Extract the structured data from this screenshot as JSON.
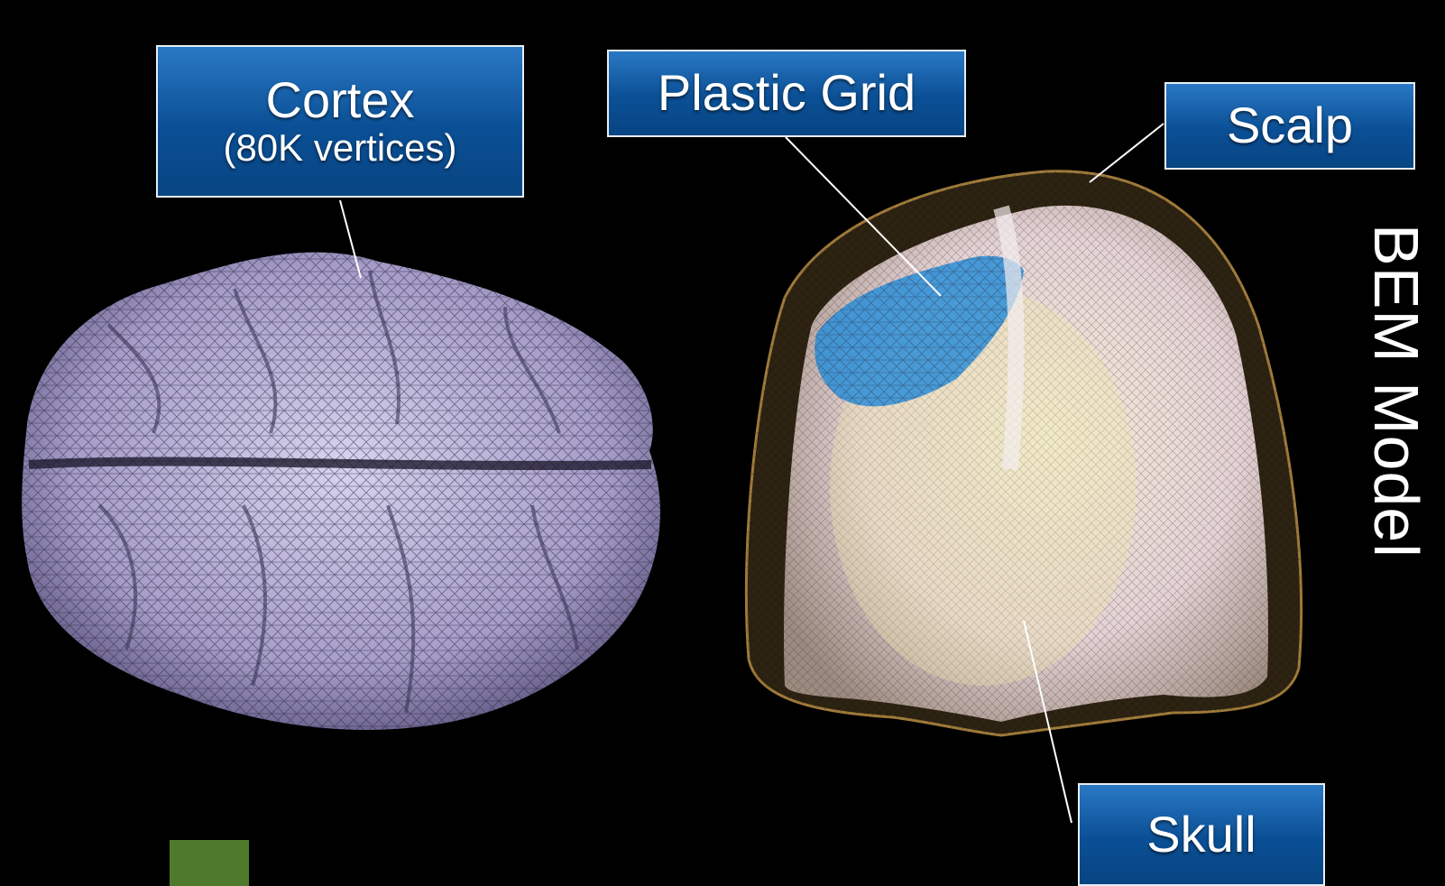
{
  "labels": {
    "cortex": {
      "title": "Cortex",
      "detail": "(80K vertices)"
    },
    "plastic_grid": "Plastic Grid",
    "scalp": "Scalp",
    "skull": "Skull"
  },
  "side_title": "BEM Model",
  "colors": {
    "background": "#000000",
    "label_fill": "#0a4f95",
    "cortex_mesh": "#b7b0d6",
    "scalp_mesh": "#8c6a2a",
    "skull_surface": "#e9d9dc",
    "plastic_grid": "#2b8fd8",
    "accent_square": "#4f7a2b"
  }
}
